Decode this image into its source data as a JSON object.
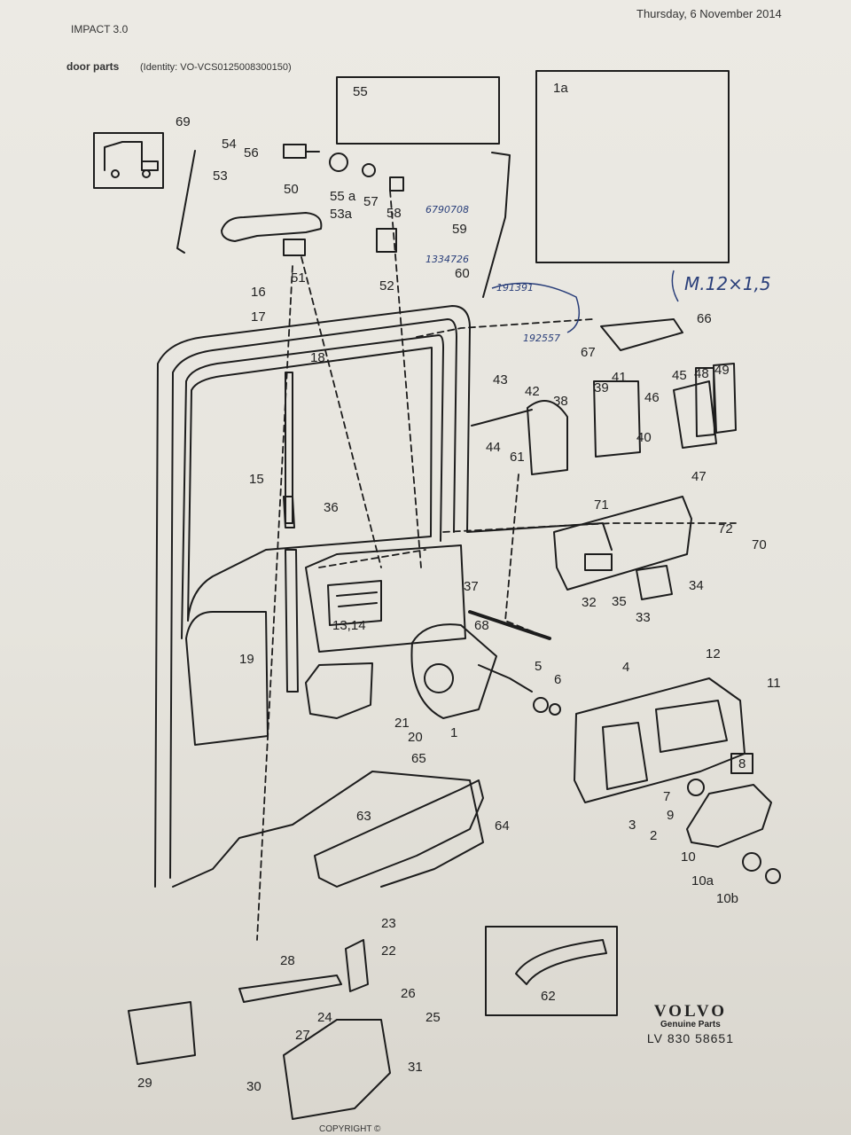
{
  "header": {
    "app_name": "IMPACT 3.0",
    "date": "Thursday, 6 November 2014",
    "title": "door parts",
    "identity": "(Identity: VO-VCS0125008300150)"
  },
  "brand": {
    "logo": "VOLVO",
    "subtitle": "Genuine Parts",
    "code": "LV 830 58651"
  },
  "copyright": "COPYRIGHT ©",
  "annotations": [
    "6790708",
    "1334726",
    "191391",
    "192557",
    "M.12×1,5"
  ],
  "callouts": [
    "69",
    "54",
    "56",
    "55",
    "55 a",
    "57",
    "53",
    "50",
    "53a",
    "58",
    "59",
    "60",
    "51",
    "52",
    "16",
    "17",
    "18",
    "15",
    "1a",
    "66",
    "67",
    "41",
    "45",
    "48",
    "49",
    "43",
    "42",
    "38",
    "39",
    "46",
    "44",
    "61",
    "40",
    "47",
    "71",
    "72",
    "70",
    "36",
    "32",
    "35",
    "33",
    "34",
    "37",
    "13,14",
    "68",
    "19",
    "12",
    "11",
    "5",
    "6",
    "4",
    "21",
    "20",
    "1",
    "65",
    "8",
    "7",
    "9",
    "63",
    "64",
    "3",
    "2",
    "10",
    "10a",
    "10b",
    "23",
    "22",
    "28",
    "26",
    "25",
    "24",
    "27",
    "29",
    "30",
    "31",
    "62"
  ]
}
